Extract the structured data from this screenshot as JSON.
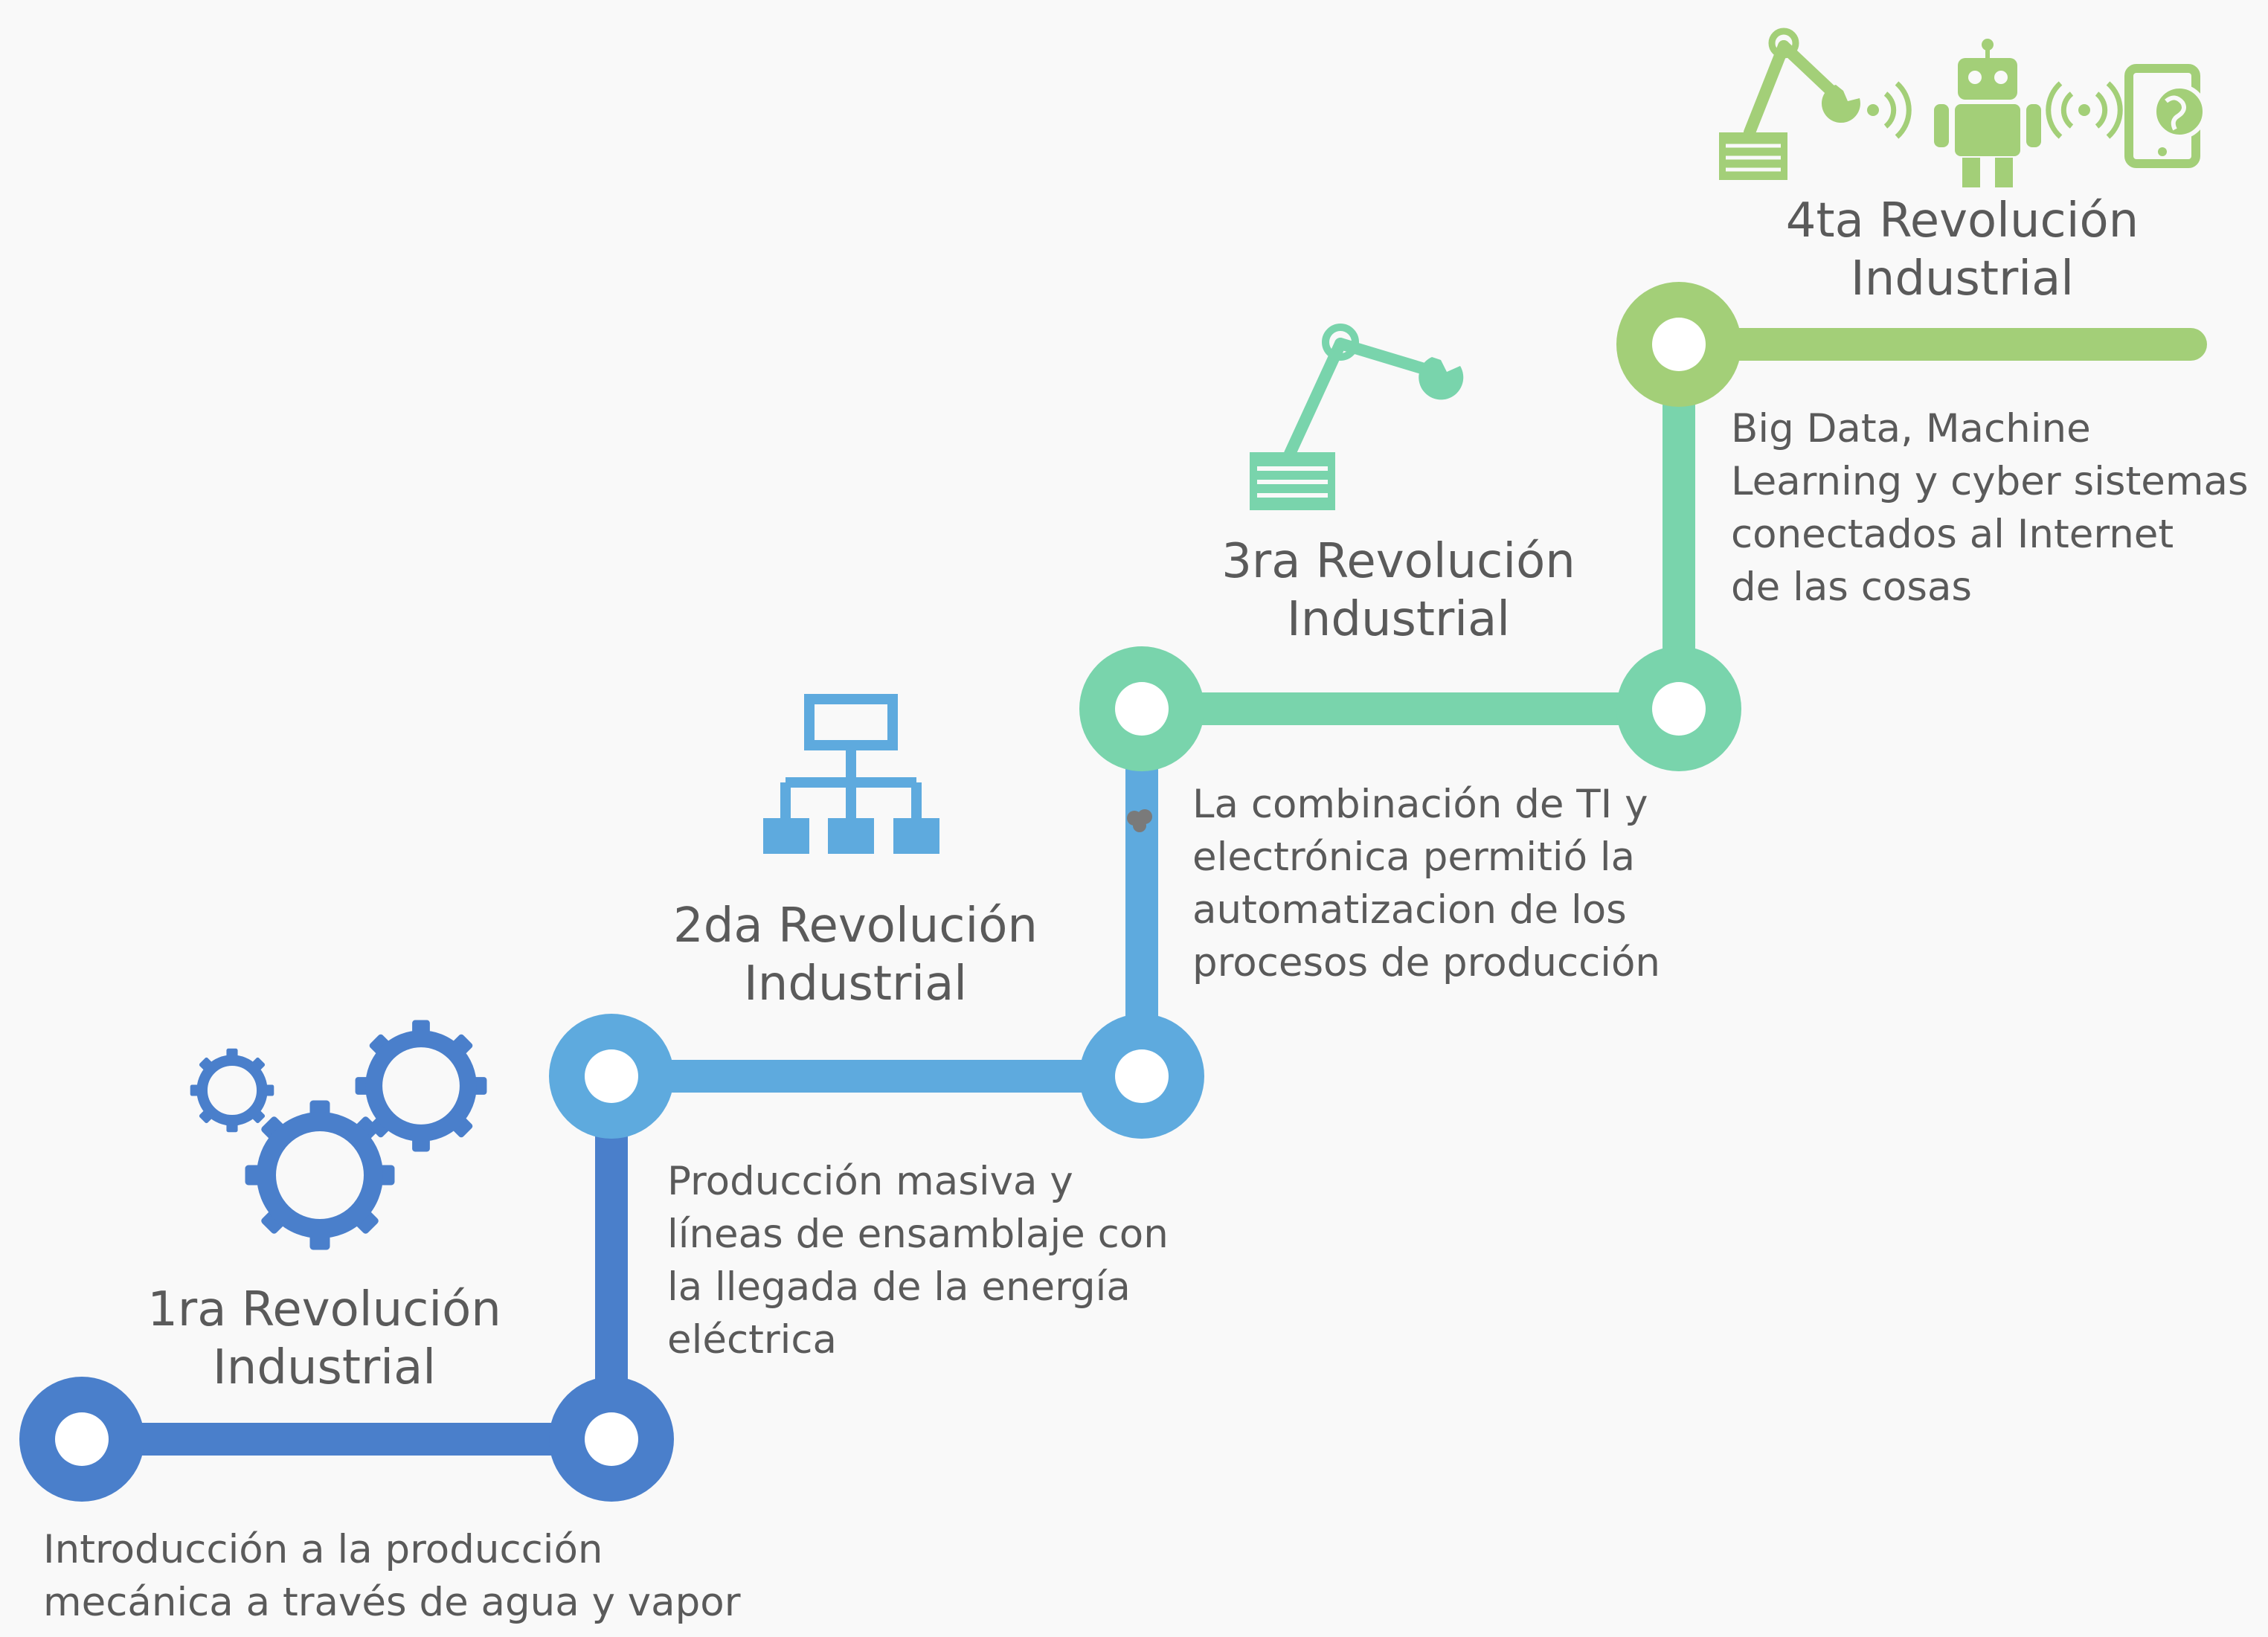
{
  "stages": [
    {
      "title_line1": "1ra Revolución",
      "title_line2": "Industrial",
      "desc_lines": [
        "Introducción a la producción",
        "mecánica a través de agua y vapor"
      ],
      "color": "#4a7fcb",
      "icon": "gears-icon"
    },
    {
      "title_line1": "2da Revolución",
      "title_line2": "Industrial",
      "desc_lines": [
        "Producción masiva y",
        "líneas de ensamblaje con",
        "la llegada de la energía",
        "eléctrica"
      ],
      "color": "#5eaade",
      "icon": "assembly-hierarchy-icon"
    },
    {
      "title_line1": "3ra Revolución",
      "title_line2": "Industrial",
      "desc_lines": [
        "La combinación de TI y",
        "electrónica permitió la",
        "automatizacion de los",
        "procesos de producción"
      ],
      "color": "#79d4ac",
      "icon": "robotic-arm-icon"
    },
    {
      "title_line1": "4ta Revolución",
      "title_line2": "Industrial",
      "desc_lines": [
        "Big Data, Machine",
        "Learning y cyber sistemas",
        "conectados al Internet",
        "de las cosas"
      ],
      "color": "#a3cf78",
      "icon": "connected-devices-icon"
    }
  ],
  "colors": {
    "background": "#f9f9f9",
    "text": "#5a5a5a",
    "node_center": "#ffffff"
  }
}
